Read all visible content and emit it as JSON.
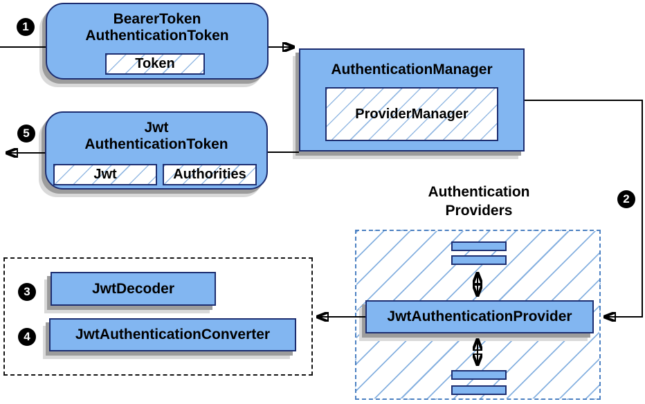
{
  "diagram": {
    "bearer_token": {
      "title_line1": "BearerToken",
      "title_line2": "AuthenticationToken",
      "field": "Token"
    },
    "auth_manager": {
      "title": "AuthenticationManager",
      "inner": "ProviderManager"
    },
    "jwt_token": {
      "title_line1": "Jwt",
      "title_line2": "AuthenticationToken",
      "field_jwt": "Jwt",
      "field_authorities": "Authorities"
    },
    "providers": {
      "label_line1": "Authentication",
      "label_line2": "Providers",
      "provider": "JwtAuthenticationProvider"
    },
    "decoder_group": {
      "decoder": "JwtDecoder",
      "converter": "JwtAuthenticationConverter"
    },
    "steps": {
      "s1": "1",
      "s2": "2",
      "s3": "3",
      "s4": "4",
      "s5": "5"
    },
    "colors": {
      "node_fill": "#82b6f1",
      "node_border": "#1c2d70",
      "hatch_line": "#82ade0",
      "providers_dash_border": "#4a7fc1",
      "decoder_dash_border": "#111111",
      "shadow_dark": "#9c9c9c",
      "shadow_light": "#d9d9d9",
      "arrow": "#000000"
    }
  }
}
